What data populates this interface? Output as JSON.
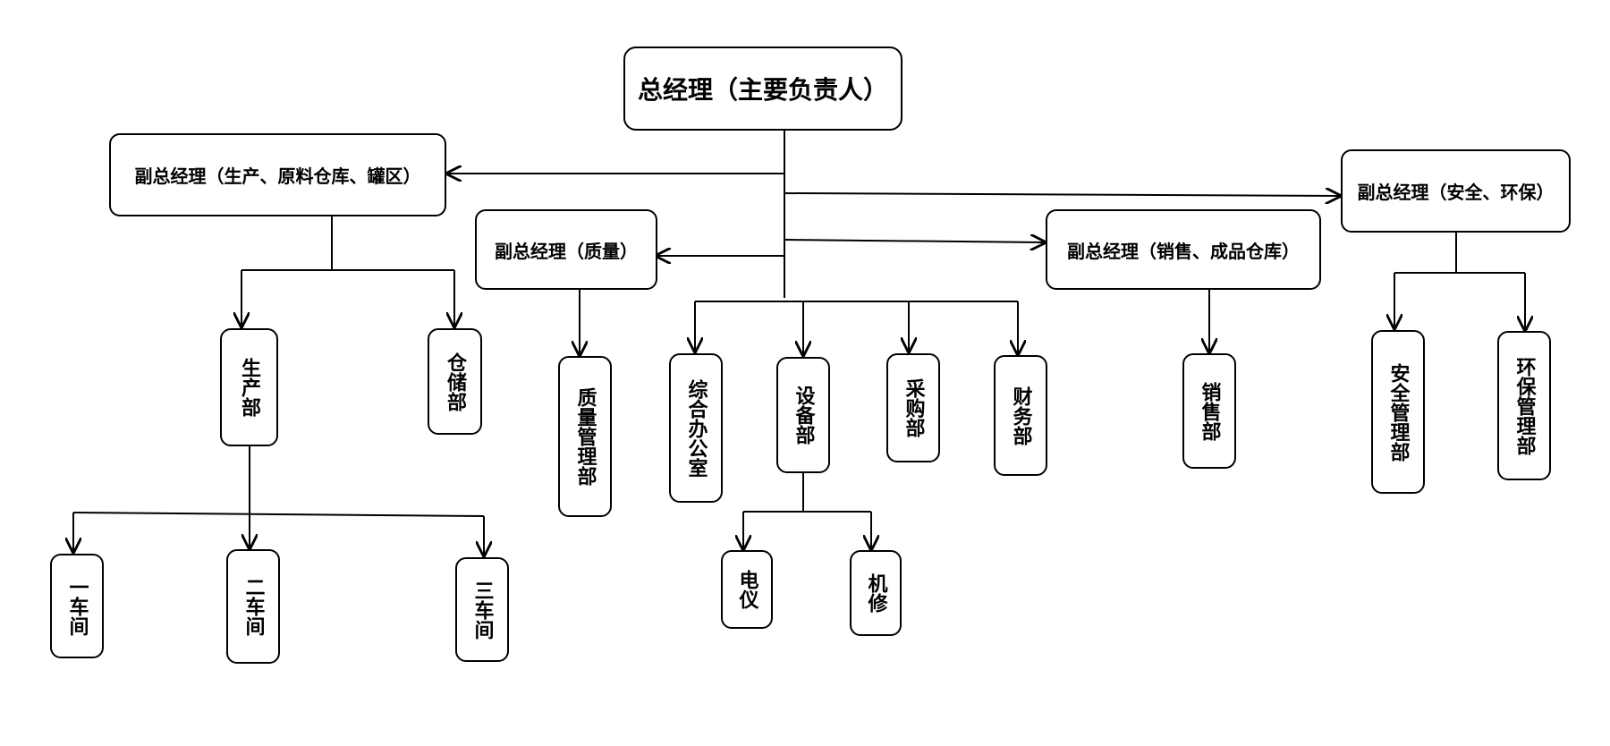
{
  "org_chart": {
    "general_manager": "总经理（主要负责人）",
    "vp_production": "副总经理（生产、原料仓库、罐区）",
    "vp_quality": "副总经理（质量）",
    "vp_sales": "副总经理（销售、成品仓库）",
    "vp_safety": "副总经理（安全、环保）",
    "production_dept": "生产部",
    "storage_dept": "仓储部",
    "workshop_1": "一车间",
    "workshop_2": "二车间",
    "workshop_3": "三车间",
    "quality_dept": "质量管理部",
    "general_office": "综合办公室",
    "equipment_dept": "设备部",
    "electrical_instrument": "电仪",
    "machine_repair": "机修",
    "purchasing_dept": "采购部",
    "finance_dept": "财务部",
    "sales_dept": "销售部",
    "safety_dept": "安全管理部",
    "environmental_dept": "环保管理部"
  }
}
